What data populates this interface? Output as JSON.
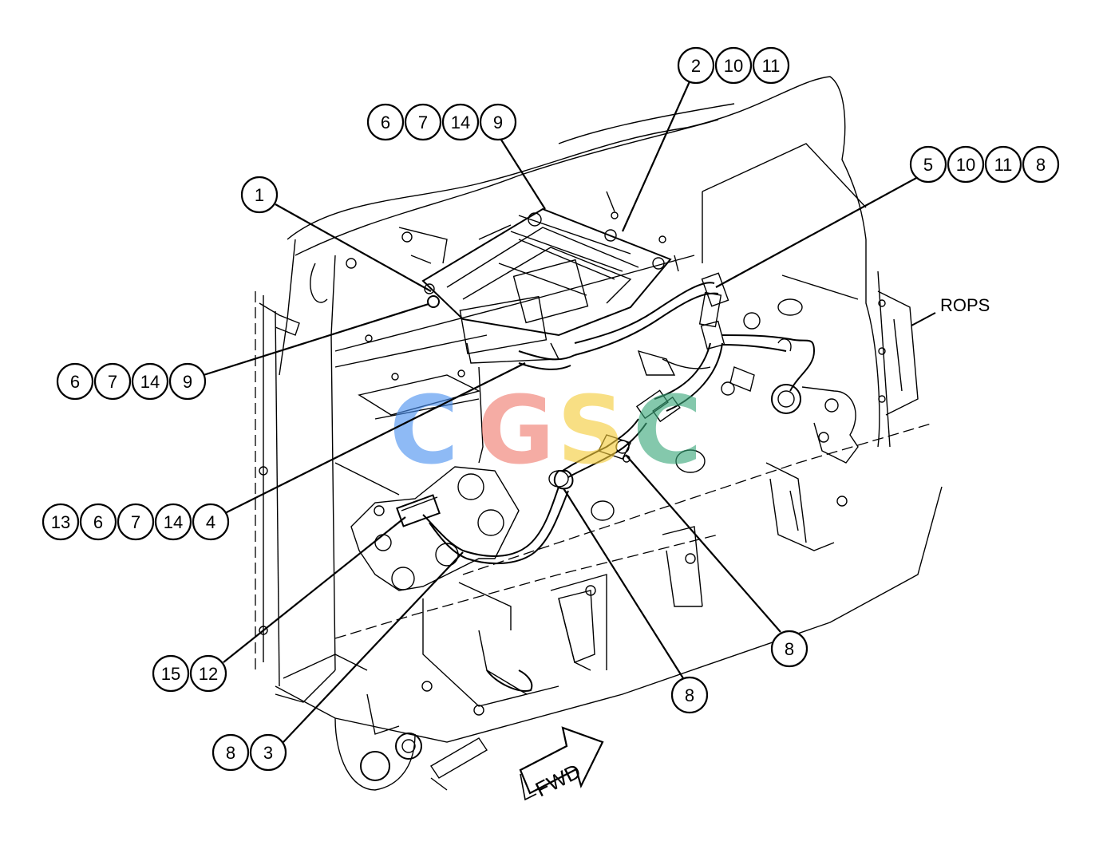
{
  "callout_groups": [
    {
      "id": "top-right-A",
      "items": [
        "2",
        "10",
        "11"
      ]
    },
    {
      "id": "top-center",
      "items": [
        "6",
        "7",
        "14",
        "9"
      ]
    },
    {
      "id": "right-mid",
      "items": [
        "5",
        "10",
        "11",
        "8"
      ]
    },
    {
      "id": "left-upper-single",
      "items": [
        "1"
      ]
    },
    {
      "id": "left-mid",
      "items": [
        "6",
        "7",
        "14",
        "9"
      ]
    },
    {
      "id": "left-lower",
      "items": [
        "13",
        "6",
        "7",
        "14",
        "4"
      ]
    },
    {
      "id": "bottom-left-A",
      "items": [
        "15",
        "12"
      ]
    },
    {
      "id": "bottom-left-B",
      "items": [
        "8",
        "3"
      ]
    },
    {
      "id": "bottom-center",
      "items": [
        "8"
      ]
    },
    {
      "id": "bottom-right",
      "items": [
        "8"
      ]
    }
  ],
  "labels": {
    "rops": "ROPS",
    "fwd": "FWD"
  },
  "watermark": {
    "letters": [
      "C",
      "G",
      "S",
      "C"
    ],
    "colors": [
      "#4a90f0",
      "#f07a6e",
      "#f5cc3a",
      "#3aa77a"
    ]
  }
}
